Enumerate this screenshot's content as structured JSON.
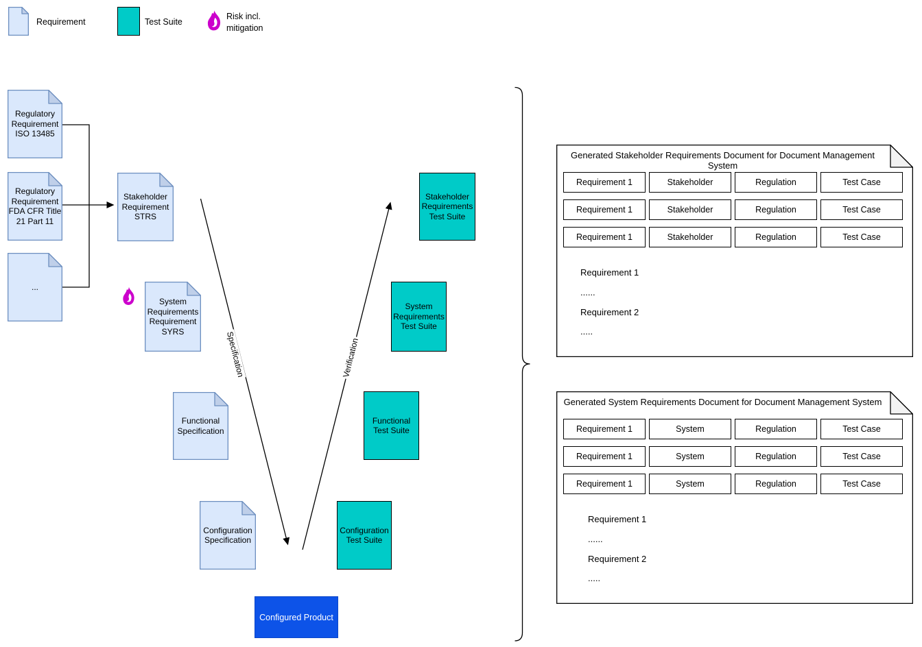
{
  "legend": {
    "requirement": "Requirement",
    "test_suite": "Test Suite",
    "risk": "Risk incl.\nmitigation"
  },
  "colors": {
    "doc_fill": "#dae8fc",
    "doc_stroke": "#6c8ebf",
    "doc_fold": "#bfcfe9",
    "test_suite_teal": "#00cbc8",
    "product_blue": "#0d53e8",
    "flame_magenta": "#cc00cc",
    "panel_fold_gray": "#f2f2f2"
  },
  "diagram": {
    "documents": {
      "iso": "Regulatory\nRequirement\nISO 13485",
      "fda": "Regulatory\nRequirement\nFDA CFR Title\n21 Part 11",
      "more": "...",
      "strs": "Stakeholder\nRequirement\nSTRS",
      "syrs": "System\nRequirements\nRequirement\nSYRS",
      "functional": "Functional\nSpecification",
      "configuration": "Configuration\nSpecification"
    },
    "test_suites": {
      "stakeholder": "Stakeholder\nRequirements\nTest Suite",
      "system": "System\nRequirements\nTest Suite",
      "functional": "Functional\nTest Suite",
      "configuration": "Configuration\nTest Suite"
    },
    "product": "Configured Product",
    "edge_labels": {
      "down": "Specification",
      "up": "Verification"
    }
  },
  "panels": [
    {
      "title": "Generated Stakeholder Requirements Document for Document Management System",
      "rows": [
        [
          "Requirement 1",
          "Stakeholder",
          "Regulation",
          "Test Case"
        ],
        [
          "Requirement 1",
          "Stakeholder",
          "Regulation",
          "Test Case"
        ],
        [
          "Requirement 1",
          "Stakeholder",
          "Regulation",
          "Test Case"
        ]
      ],
      "notes": [
        "Requirement 1",
        "......",
        "Requirement 2",
        "....."
      ]
    },
    {
      "title": "Generated System Requirements Document for Document Management System",
      "rows": [
        [
          "Requirement 1",
          "System",
          "Regulation",
          "Test Case"
        ],
        [
          "Requirement 1",
          "System",
          "Regulation",
          "Test Case"
        ],
        [
          "Requirement 1",
          "System",
          "Regulation",
          "Test Case"
        ]
      ],
      "notes": [
        "Requirement 1",
        "......",
        "Requirement 2",
        "....."
      ]
    }
  ]
}
